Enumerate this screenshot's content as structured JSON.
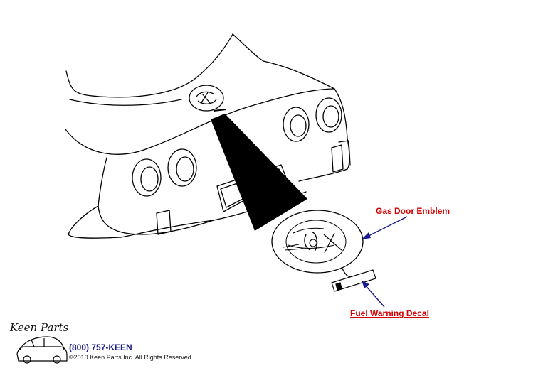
{
  "callouts": {
    "gas_door_emblem": "Gas Door Emblem",
    "fuel_warning_decal": "Fuel Warning Decal"
  },
  "footer": {
    "logo_text": "Keen Parts",
    "phone": "(800) 757-KEEN",
    "copyright": "©2010 Keen Parts Inc. All Rights Reserved"
  },
  "colors": {
    "line": "#000000",
    "callout_text": "#d40000",
    "arrow": "#1a1a8c",
    "phone": "#1a1a8c"
  }
}
